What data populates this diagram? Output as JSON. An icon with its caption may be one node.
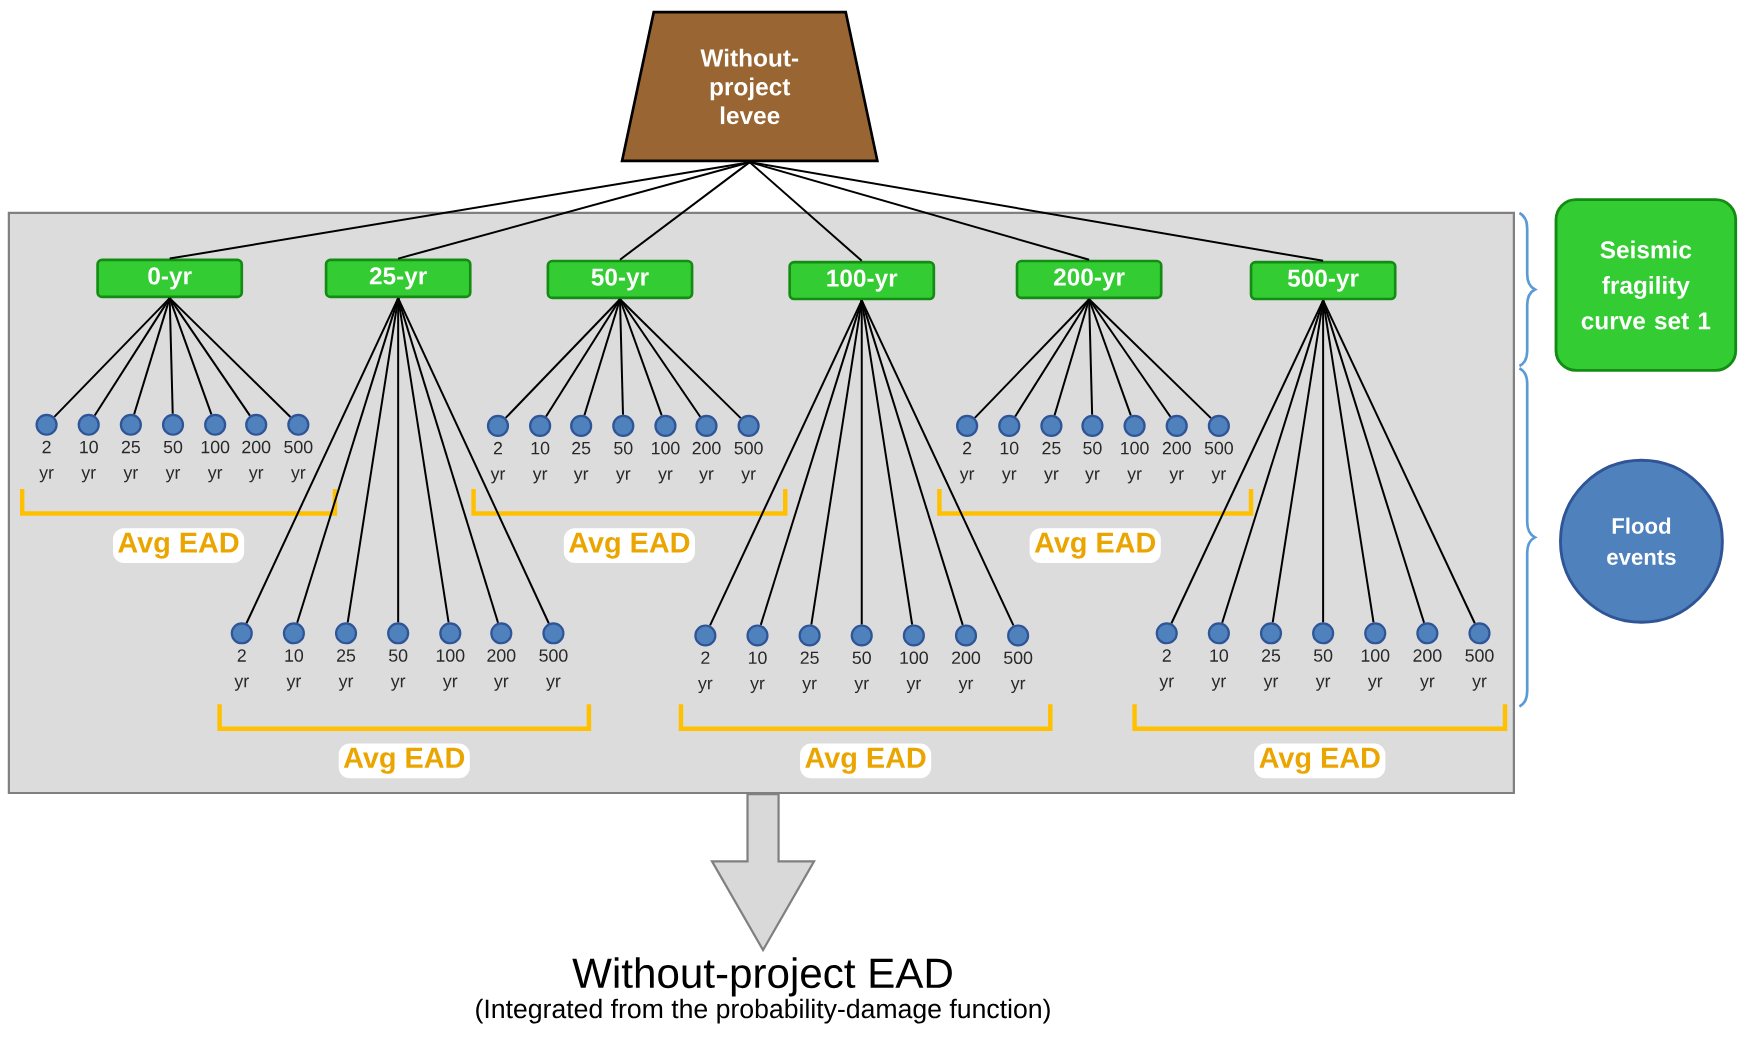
{
  "diagram": {
    "nodes": [
      {
        "text": [
          "Without-project levee"
        ]
      },
      {
        "text": [],
        "shape": "box"
      },
      {
        "text": [
          "0-yr"
        ],
        "in": 1
      },
      {
        "text": [
          "25-yr"
        ],
        "in": 1
      },
      {
        "text": [
          "50-yr"
        ],
        "in": 1
      },
      {
        "text": [
          "100-yr"
        ],
        "in": 1
      },
      {
        "text": [
          "200-yr"
        ],
        "in": 1
      },
      {
        "text": [
          "500-yr"
        ],
        "in": 1
      },
      {
        "text": [],
        "shape": "circle",
        "in": 1,
        "beside": [
          "2 yr"
        ]
      },
      {
        "text": [],
        "shape": "circle",
        "in": 1,
        "beside": [
          "10 yr"
        ]
      },
      {
        "text": [],
        "shape": "circle",
        "in": 1,
        "beside": [
          "25 yr"
        ]
      },
      {
        "text": [],
        "shape": "circle",
        "in": 1,
        "beside": [
          "50 yr"
        ]
      },
      {
        "text": [],
        "shape": "circle",
        "in": 1,
        "beside": [
          "100 yr"
        ]
      },
      {
        "text": [],
        "shape": "circle",
        "in": 1,
        "beside": [
          "200 yr"
        ]
      },
      {
        "text": [],
        "shape": "circle",
        "in": 1,
        "beside": [
          "500 yr"
        ]
      },
      {
        "text": [],
        "shape": "circle",
        "in": 1,
        "beside": [
          "2 yr"
        ]
      },
      {
        "text": [],
        "shape": "circle",
        "in": 1,
        "beside": [
          "10 yr"
        ]
      },
      {
        "text": [],
        "shape": "circle",
        "in": 1,
        "beside": [
          "25 yr"
        ]
      },
      {
        "text": [],
        "shape": "circle",
        "in": 1,
        "beside": [
          "50 yr"
        ]
      },
      {
        "text": [],
        "shape": "circle",
        "in": 1,
        "beside": [
          "100 yr"
        ]
      },
      {
        "text": [],
        "shape": "circle",
        "in": 1,
        "beside": [
          "200 yr"
        ]
      },
      {
        "text": [],
        "shape": "circle",
        "in": 1,
        "beside": [
          "500 yr"
        ]
      },
      {
        "text": [],
        "shape": "circle",
        "in": 1,
        "beside": [
          "2 yr"
        ]
      },
      {
        "text": [],
        "shape": "circle",
        "in": 1,
        "beside": [
          "10 yr"
        ]
      },
      {
        "text": [],
        "shape": "circle",
        "in": 1,
        "beside": [
          "25 yr"
        ]
      },
      {
        "text": [],
        "shape": "circle",
        "in": 1,
        "beside": [
          "50 yr"
        ]
      },
      {
        "text": [],
        "shape": "circle",
        "in": 1,
        "beside": [
          "100 yr"
        ]
      },
      {
        "text": [],
        "shape": "circle",
        "in": 1,
        "beside": [
          "200 yr"
        ]
      },
      {
        "text": [],
        "shape": "circle",
        "in": 1,
        "beside": [
          "500 yr"
        ]
      },
      {
        "text": [],
        "shape": "circle",
        "in": 1,
        "beside": [
          "2 yr"
        ]
      },
      {
        "text": [],
        "shape": "circle",
        "in": 1,
        "beside": [
          "10 yr"
        ]
      },
      {
        "text": [],
        "shape": "circle",
        "in": 1,
        "beside": [
          "25 yr"
        ]
      },
      {
        "text": [],
        "shape": "circle",
        "in": 1,
        "beside": [
          "50 yr"
        ]
      },
      {
        "text": [],
        "shape": "circle",
        "in": 1,
        "beside": [
          "100 yr"
        ]
      },
      {
        "text": [],
        "shape": "circle",
        "in": 1,
        "beside": [
          "200 yr"
        ]
      },
      {
        "text": [],
        "shape": "circle",
        "in": 1,
        "beside": [
          "500 yr"
        ]
      },
      {
        "text": [],
        "shape": "circle",
        "in": 1,
        "beside": [
          "2 yr"
        ]
      },
      {
        "text": [],
        "shape": "circle",
        "in": 1,
        "beside": [
          "10 yr"
        ]
      },
      {
        "text": [],
        "shape": "circle",
        "in": 1,
        "beside": [
          "25 yr"
        ]
      },
      {
        "text": [],
        "shape": "circle",
        "in": 1,
        "beside": [
          "50 yr"
        ]
      },
      {
        "text": [],
        "shape": "circle",
        "in": 1,
        "beside": [
          "100 yr"
        ]
      },
      {
        "text": [],
        "shape": "circle",
        "in": 1,
        "beside": [
          "200 yr"
        ]
      },
      {
        "text": [],
        "shape": "circle",
        "in": 1,
        "beside": [
          "500 yr"
        ]
      },
      {
        "text": [],
        "shape": "circle",
        "in": 1,
        "beside": [
          "2 yr"
        ]
      },
      {
        "text": [],
        "shape": "circle",
        "in": 1,
        "beside": [
          "10 yr"
        ]
      },
      {
        "text": [],
        "shape": "circle",
        "in": 1,
        "beside": [
          "25 yr"
        ]
      },
      {
        "text": [],
        "shape": "circle",
        "in": 1,
        "beside": [
          "50 yr"
        ]
      },
      {
        "text": [],
        "shape": "circle",
        "in": 1,
        "beside": [
          "100 yr"
        ]
      },
      {
        "text": [],
        "shape": "circle",
        "in": 1,
        "beside": [
          "200 yr"
        ]
      },
      {
        "text": [],
        "shape": "circle",
        "in": 1,
        "beside": [
          "500 yr"
        ]
      },
      {
        "text": [
          "Without-project EAD",
          "(Integrated from the probability-damage function)"
        ]
      },
      {
        "text": [
          "Seismic fragility curve set 1"
        ]
      },
      {
        "text": [
          "Flood events"
        ]
      }
    ],
    "edges": [
      {
        "from": 0,
        "to": 2,
        "arrow": "none"
      },
      {
        "from": 0,
        "to": 3,
        "arrow": "none"
      },
      {
        "from": 0,
        "to": 4,
        "arrow": "none"
      },
      {
        "from": 0,
        "to": 5,
        "arrow": "none"
      },
      {
        "from": 0,
        "to": 6,
        "arrow": "none"
      },
      {
        "from": 0,
        "to": 7,
        "arrow": "none"
      },
      {
        "from": 2,
        "to": 8,
        "arrow": "none"
      },
      {
        "from": 2,
        "to": 9,
        "arrow": "none"
      },
      {
        "from": 2,
        "to": 10,
        "arrow": "none"
      },
      {
        "from": 2,
        "to": 11,
        "arrow": "none"
      },
      {
        "from": 2,
        "to": 12,
        "arrow": "none"
      },
      {
        "from": 2,
        "to": 13,
        "arrow": "none"
      },
      {
        "from": 2,
        "to": 14,
        "arrow": "none"
      },
      {
        "from": 3,
        "to": 15,
        "arrow": "none"
      },
      {
        "from": 3,
        "to": 16,
        "arrow": "none"
      },
      {
        "from": 3,
        "to": 17,
        "arrow": "none"
      },
      {
        "from": 3,
        "to": 18,
        "arrow": "none"
      },
      {
        "from": 3,
        "to": 19,
        "arrow": "none"
      },
      {
        "from": 3,
        "to": 20,
        "arrow": "none"
      },
      {
        "from": 3,
        "to": 21,
        "arrow": "none"
      },
      {
        "from": 4,
        "to": 22,
        "arrow": "none"
      },
      {
        "from": 4,
        "to": 23,
        "arrow": "none"
      },
      {
        "from": 4,
        "to": 24,
        "arrow": "none"
      },
      {
        "from": 4,
        "to": 25,
        "arrow": "none"
      },
      {
        "from": 4,
        "to": 26,
        "arrow": "none"
      },
      {
        "from": 4,
        "to": 27,
        "arrow": "none"
      },
      {
        "from": 4,
        "to": 28,
        "arrow": "none"
      },
      {
        "from": 5,
        "to": 29,
        "arrow": "none"
      },
      {
        "from": 5,
        "to": 30,
        "arrow": "none"
      },
      {
        "from": 5,
        "to": 31,
        "arrow": "none"
      },
      {
        "from": 5,
        "to": 32,
        "arrow": "none"
      },
      {
        "from": 5,
        "to": 33,
        "arrow": "none"
      },
      {
        "from": 5,
        "to": 34,
        "arrow": "none"
      },
      {
        "from": 5,
        "to": 35,
        "arrow": "none"
      },
      {
        "from": 6,
        "to": 36,
        "arrow": "none"
      },
      {
        "from": 6,
        "to": 37,
        "arrow": "none"
      },
      {
        "from": 6,
        "to": 38,
        "arrow": "none"
      },
      {
        "from": 6,
        "to": 39,
        "arrow": "none"
      },
      {
        "from": 6,
        "to": 40,
        "arrow": "none"
      },
      {
        "from": 6,
        "to": 41,
        "arrow": "none"
      },
      {
        "from": 6,
        "to": 42,
        "arrow": "none"
      },
      {
        "from": 7,
        "to": 43,
        "arrow": "none"
      },
      {
        "from": 7,
        "to": 44,
        "arrow": "none"
      },
      {
        "from": 7,
        "to": 45,
        "arrow": "none"
      },
      {
        "from": 7,
        "to": 46,
        "arrow": "none"
      },
      {
        "from": 7,
        "to": 47,
        "arrow": "none"
      },
      {
        "from": 7,
        "to": 48,
        "arrow": "none"
      },
      {
        "from": 7,
        "to": 49,
        "arrow": "none"
      },
      {
        "from": 1,
        "to": 50,
        "arrow": "to",
        "style": "thick"
      }
    ],
    "labels": [
      "Avg EAD",
      "Avg EAD",
      "Avg EAD",
      "Avg EAD",
      "Avg EAD",
      "Avg EAD"
    ]
  }
}
